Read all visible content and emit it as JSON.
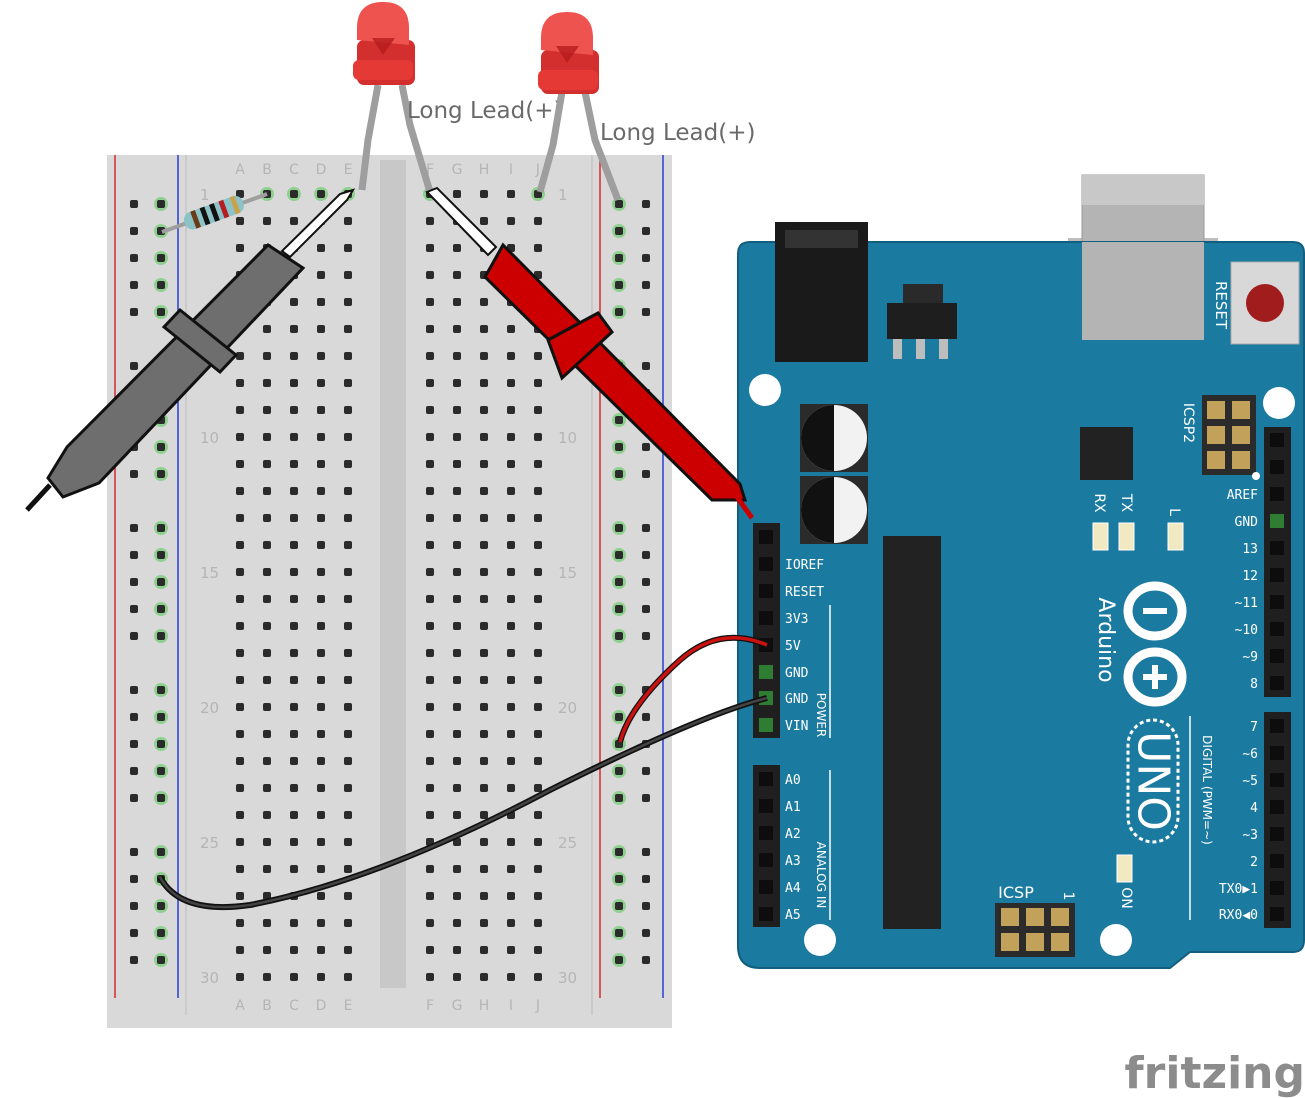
{
  "breadboard": {
    "columns_left": [
      "A",
      "B",
      "C",
      "D",
      "E"
    ],
    "columns_right": [
      "F",
      "G",
      "H",
      "I",
      "J"
    ],
    "row_numbers": [
      "1",
      "10",
      "15",
      "20",
      "25",
      "30"
    ]
  },
  "leds": {
    "label_1": "Long Lead(+)",
    "label_2": "Long Lead(+)"
  },
  "arduino": {
    "reset_label": "RESET",
    "icsp2_label": "ICSP2",
    "icsp_label": "ICSP",
    "icsp_pin1": "1",
    "aref": "AREF",
    "gnd_digital": "GND",
    "rx_led": "RX",
    "tx_led": "TX",
    "l_led": "L",
    "on_led": "ON",
    "brand_name": "Arduino",
    "model_name": "UNO",
    "power_pins": [
      "IOREF",
      "RESET",
      "3V3",
      "5V",
      "GND",
      "GND",
      "VIN"
    ],
    "power_group": "POWER",
    "analog_pins": [
      "A0",
      "A1",
      "A2",
      "A3",
      "A4",
      "A5"
    ],
    "analog_group": "ANALOG IN",
    "digital_high": [
      "13",
      "12",
      "~11",
      "~10",
      "~9",
      "8"
    ],
    "digital_low": [
      "7",
      "~6",
      "~5",
      "4",
      "~3",
      "2",
      "TX0▶1",
      "RX0◀0"
    ],
    "digital_group": "DIGITAL (PWM=~)"
  },
  "footer": {
    "brand": "fritzing"
  },
  "colors": {
    "board_teal": "#1b7aa0",
    "breadboard_gray": "#d9d9d9",
    "led_red": "#e53935",
    "probe_red": "#cc0000",
    "probe_gray": "#6e6e6e",
    "wire_red": "#cc1111",
    "wire_black": "#222222"
  }
}
